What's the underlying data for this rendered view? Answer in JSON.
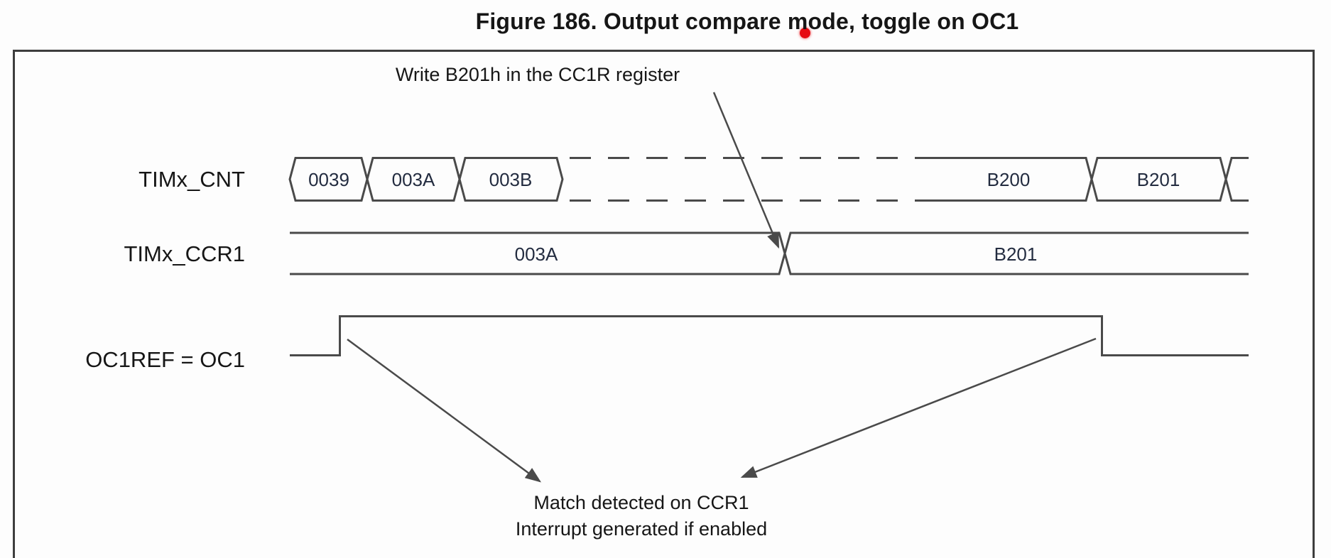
{
  "figure": {
    "title": "Figure 186. Output compare mode, toggle on OC1"
  },
  "annotations": {
    "write_label": "Write B201h in the CC1R register",
    "match_label_line1": "Match detected on CCR1",
    "match_label_line2": "Interrupt generated if enabled"
  },
  "signals": {
    "cnt": {
      "label": "TIMx_CNT",
      "values": [
        "0039",
        "003A",
        "003B",
        "B200",
        "B201"
      ]
    },
    "ccr1": {
      "label": "TIMx_CCR1",
      "values": [
        "003A",
        "B201"
      ]
    },
    "oc1ref": {
      "label": "OC1REF = OC1"
    }
  },
  "colors": {
    "line": "#4a4a4a",
    "frame": "#3d3d3d",
    "text": "#161616",
    "value-text": "#232c40",
    "cursor": "#e60b12",
    "background": "#fdfdfd"
  }
}
